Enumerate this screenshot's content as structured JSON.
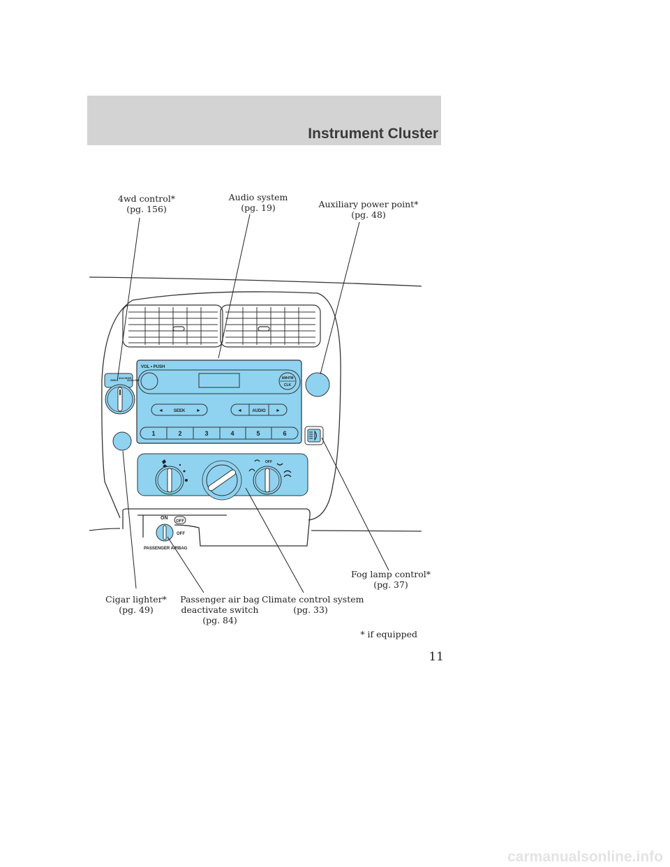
{
  "header": {
    "title": "Instrument Cluster"
  },
  "callouts": {
    "fourwd": {
      "line1": "4wd control*",
      "line2": "(pg. 156)"
    },
    "audio": {
      "line1": "Audio system",
      "line2": "(pg. 19)"
    },
    "aux_power": {
      "line1": "Auxiliary power point*",
      "line2": "(pg. 48)"
    },
    "fog_lamp": {
      "line1": "Fog lamp control*",
      "line2": "(pg. 37)"
    },
    "cigar": {
      "line1": "Cigar lighter*",
      "line2": "(pg. 49)"
    },
    "airbag_switch": {
      "line1": "Passenger air bag",
      "line2": "deactivate switch",
      "line3": "(pg. 84)"
    },
    "climate": {
      "line1": "Climate control system",
      "line2": "(pg. 33)"
    }
  },
  "radio": {
    "vol_label": "VOL • PUSH",
    "amfm_label": "AM•FM",
    "clk_label": "CLK",
    "seek_label": "SEEK",
    "audio_label": "AUDIO",
    "presets": [
      "1",
      "2",
      "3",
      "4",
      "5",
      "6"
    ]
  },
  "airbag_panel": {
    "on_label": "ON",
    "off_badge": "OFF",
    "off_label": "OFF",
    "caption": "PASSENGER AIRBAG"
  },
  "climate_panel": {
    "off_label": "OFF"
  },
  "footnote": "* if equipped",
  "page_number": "11",
  "watermark": "carmanualsonline.info",
  "colors": {
    "panel_fill": "#8fd3f0",
    "outline": "#333333",
    "band": "#d3d3d3"
  }
}
